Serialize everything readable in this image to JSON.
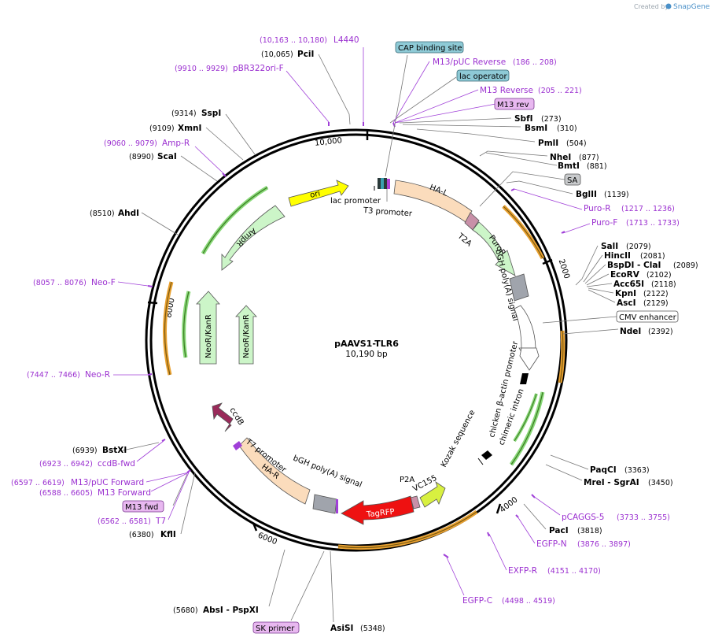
{
  "watermark": {
    "created_by": "Created by",
    "brand": "SnapGene"
  },
  "plasmid": {
    "name": "pAAVS1-TLR6",
    "length": "10,190 bp"
  },
  "ticks": [
    "10,000",
    "2000",
    "4000",
    "6000",
    "8000"
  ],
  "features": [
    {
      "key": "ori",
      "label": "ori",
      "color": "#ffff00"
    },
    {
      "key": "ampr",
      "label": "AmpR",
      "color": "#ccf5c8"
    },
    {
      "key": "neor1",
      "label": "NeoR/KanR",
      "color": "#ccf5c8"
    },
    {
      "key": "neor2",
      "label": "NeoR/KanR",
      "color": "#ccf5c8"
    },
    {
      "key": "hal",
      "label": "HA-L",
      "color": "#fbdcbc"
    },
    {
      "key": "t2a",
      "label": "T2A",
      "color": "#c890a8"
    },
    {
      "key": "puror",
      "label": "PuroR",
      "color": "#ccf5c8"
    },
    {
      "key": "bgh1",
      "label": "bGH poly(A) signal",
      "color": "#a0a4ac"
    },
    {
      "key": "cmv",
      "label": "CMV enhancer",
      "color": "#ffffff"
    },
    {
      "key": "chicken",
      "label": "chicken β-actin promoter",
      "color": "#ffffff"
    },
    {
      "key": "intron",
      "label": "chimeric intron",
      "color": "#ffffff"
    },
    {
      "key": "kozak",
      "label": "Kozak sequence",
      "color": "#000000"
    },
    {
      "key": "vc155",
      "label": "VC155",
      "color": "#d8f040"
    },
    {
      "key": "p2a",
      "label": "P2A",
      "color": "#c890a8"
    },
    {
      "key": "tagrfp",
      "label": "TagRFP",
      "color": "#ee1111"
    },
    {
      "key": "bgh2",
      "label": "bGH poly(A) signal",
      "color": "#a0a4ac"
    },
    {
      "key": "har",
      "label": "HA-R",
      "color": "#fbdcbc"
    },
    {
      "key": "t7p",
      "label": "T7 promoter",
      "color": "#ffffff"
    },
    {
      "key": "ccdb",
      "label": "ccdB",
      "color": "#9a2a5a"
    },
    {
      "key": "lacp",
      "label": "lac promoter",
      "color": "#ffffff"
    },
    {
      "key": "t3p",
      "label": "T3 promoter",
      "color": "#ffffff"
    }
  ],
  "sites": [
    {
      "name": "PciI",
      "pos": "(10,065)"
    },
    {
      "name": "SspI",
      "pos": "(9314)"
    },
    {
      "name": "XmnI",
      "pos": "(9109)"
    },
    {
      "name": "ScaI",
      "pos": "(8990)"
    },
    {
      "name": "AhdI",
      "pos": "(8510)"
    },
    {
      "name": "SbfI",
      "pos": "(273)"
    },
    {
      "name": "BsmI",
      "pos": "(310)"
    },
    {
      "name": "PmlI",
      "pos": "(504)"
    },
    {
      "name": "NheI",
      "pos": "(877)"
    },
    {
      "name": "BmtI",
      "pos": "(881)"
    },
    {
      "name": "BglII",
      "pos": "(1139)"
    },
    {
      "name": "SalI",
      "pos": "(2079)"
    },
    {
      "name": "HincII",
      "pos": "(2081)"
    },
    {
      "name": "BspDI - ClaI",
      "pos": "(2089)"
    },
    {
      "name": "EcoRV",
      "pos": "(2102)"
    },
    {
      "name": "Acc65I",
      "pos": "(2118)"
    },
    {
      "name": "KpnI",
      "pos": "(2122)"
    },
    {
      "name": "AscI",
      "pos": "(2129)"
    },
    {
      "name": "NdeI",
      "pos": "(2392)"
    },
    {
      "name": "PaqCI",
      "pos": "(3363)"
    },
    {
      "name": "MreI - SgrAI",
      "pos": "(3450)"
    },
    {
      "name": "PacI",
      "pos": "(3818)"
    },
    {
      "name": "AsiSI",
      "pos": "(5348)"
    },
    {
      "name": "AbsI - PspXI",
      "pos": "(5680)"
    },
    {
      "name": "KflI",
      "pos": "(6380)"
    },
    {
      "name": "BstXI",
      "pos": "(6939)"
    }
  ],
  "primers": [
    {
      "name": "L4440",
      "pos": "(10,163 .. 10,180)"
    },
    {
      "name": "pBR322ori-F",
      "pos": "(9910 .. 9929)"
    },
    {
      "name": "Amp-R",
      "pos": "(9060 .. 9079)"
    },
    {
      "name": "Neo-F",
      "pos": "(8057 .. 8076)"
    },
    {
      "name": "Neo-R",
      "pos": "(7447 .. 7466)"
    },
    {
      "name": "ccdB-fwd",
      "pos": "(6923 .. 6942)"
    },
    {
      "name": "M13/pUC Forward",
      "pos": "(6597 .. 6619)"
    },
    {
      "name": "M13 Forward",
      "pos": "(6588 .. 6605)"
    },
    {
      "name": "T7",
      "pos": "(6562 .. 6581)"
    },
    {
      "name": "M13/pUC Reverse",
      "pos": "(186 .. 208)"
    },
    {
      "name": "M13 Reverse",
      "pos": "(205 .. 221)"
    },
    {
      "name": "Puro-R",
      "pos": "(1217 .. 1236)"
    },
    {
      "name": "Puro-F",
      "pos": "(1713 .. 1733)"
    },
    {
      "name": "pCAGGS-5",
      "pos": "(3733 .. 3755)"
    },
    {
      "name": "EGFP-N",
      "pos": "(3876 .. 3897)"
    },
    {
      "name": "EXFP-R",
      "pos": "(4151 .. 4170)"
    },
    {
      "name": "EGFP-C",
      "pos": "(4498 .. 4519)"
    }
  ],
  "boxes": [
    {
      "label": "CAP binding site",
      "color": "#8ecad6"
    },
    {
      "label": "lac operator",
      "color": "#8ecad6"
    },
    {
      "label": "M13 rev",
      "color": "#e8b8f0"
    },
    {
      "label": "SA",
      "color": "#c8cacc"
    },
    {
      "label": "CMV enhancer",
      "color": "#ffffff"
    },
    {
      "label": "M13 fwd",
      "color": "#e8b8f0"
    },
    {
      "label": "SK primer",
      "color": "#e8b8f0"
    }
  ]
}
